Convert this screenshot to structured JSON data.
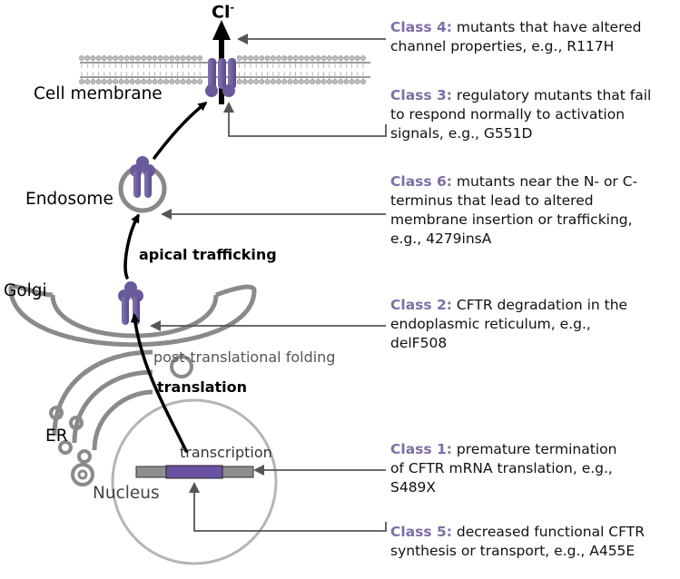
{
  "labels": {
    "ion": "Cl",
    "ion_charge": "-",
    "cell_membrane": "Cell membrane",
    "endosome": "Endosome",
    "apical_trafficking": "apical trafficking",
    "golgi": "Golgi",
    "post_translational_folding": "post-translational folding",
    "translation": "translation",
    "er": "ER",
    "transcription": "transcription",
    "nucleus": "Nucleus"
  },
  "classes": [
    {
      "heading": "Class 4:",
      "lines": [
        " mutants that have altered",
        "channel properties, e.g., R117H"
      ]
    },
    {
      "heading": "Class 3:",
      "lines": [
        " regulatory mutants that fail",
        "to respond normally to activation",
        "signals, e.g., G551D"
      ]
    },
    {
      "heading": "Class 6:",
      "lines": [
        " mutants near the N- or C-",
        "terminus that lead to altered",
        "membrane insertion or trafficking,",
        "e.g., 4279insA"
      ]
    },
    {
      "heading": "Class 2:",
      "lines": [
        " CFTR degradation in the",
        "endoplasmic reticulum, e.g.,",
        "delF508"
      ]
    },
    {
      "heading": "Class 1:",
      "lines": [
        " premature termination",
        "of CFTR mRNA translation, e.g.,",
        "S489X"
      ]
    },
    {
      "heading": "Class 5:",
      "lines": [
        " decreased functional CFTR",
        "synthesis or transport, e.g., A455E"
      ]
    }
  ],
  "colors": {
    "class_heading": "#7e6ea6",
    "protein": "#6a5a9c",
    "gene": "#6a52a3",
    "organelle": "#8a8a8a"
  }
}
